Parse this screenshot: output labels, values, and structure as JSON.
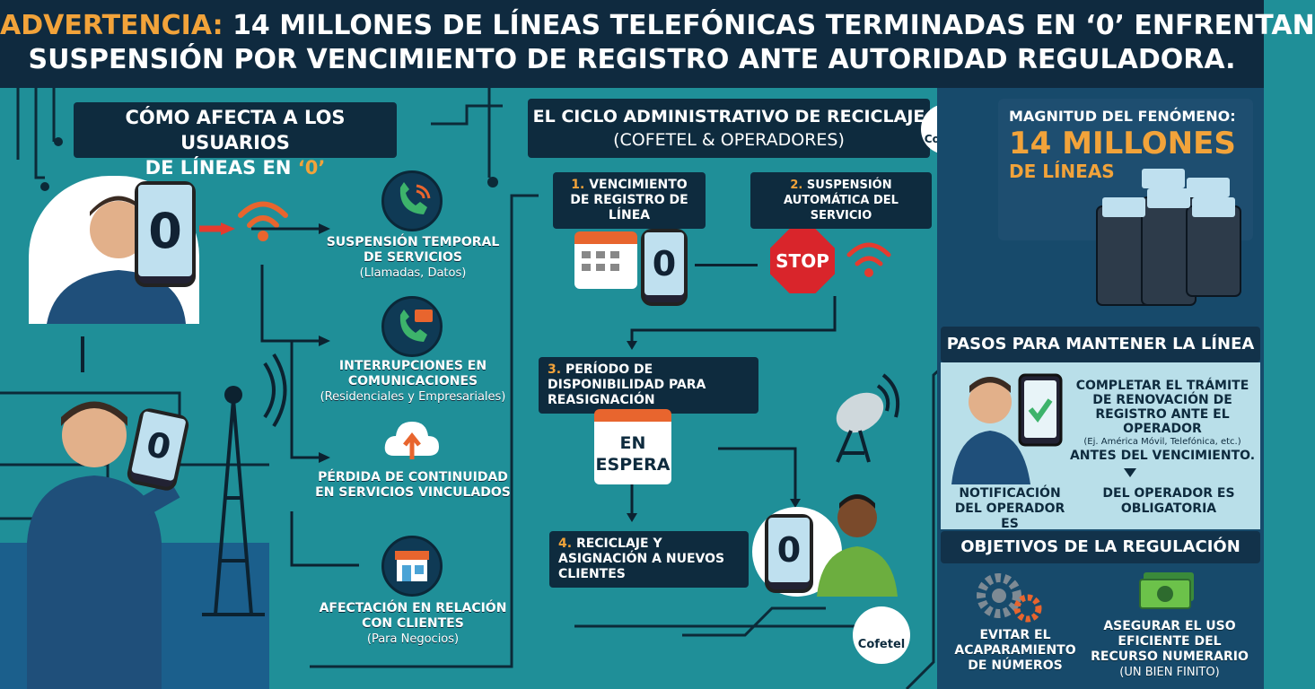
{
  "header": {
    "warn": "ADVERTENCIA:",
    "line1": "14 MILLONES DE LÍNEAS TELEFÓNICAS TERMINADAS EN ‘0’ ENFRENTAN",
    "line2": "SUSPENSIÓN POR VENCIMIENTO DE REGISTRO ANTE AUTORIDAD REGULADORA."
  },
  "left": {
    "title1": "CÓMO AFECTA A LOS USUARIOS",
    "title2": "DE LÍNEAS EN ‘0’",
    "phone_digit": "0",
    "items": [
      {
        "title": "SUSPENSIÓN TEMPORAL DE SERVICIOS",
        "sub": "(Llamadas, Datos)",
        "icon": "phone-wifi-icon"
      },
      {
        "title": "INTERRUPCIONES EN COMUNICACIONES",
        "sub": "(Residenciales y Empresariales)",
        "icon": "phone-message-icon"
      },
      {
        "title": "PÉRDIDA DE CONTINUIDAD EN SERVICIOS VINCULADOS",
        "sub": "",
        "icon": "cloud-upload-icon"
      },
      {
        "title": "AFECTACIÓN EN RELACIÓN CON CLIENTES",
        "sub": "(Para Negocios)",
        "icon": "store-icon"
      }
    ]
  },
  "center": {
    "title1": "EL CICLO ADMINISTRATIVO DE RECICLAJE",
    "title2": "(COFETEL & OPERADORES)",
    "logo": "Cofetel",
    "steps": [
      {
        "num": "1.",
        "text": "VENCIMIENTO DE REGISTRO DE LÍNEA"
      },
      {
        "num": "2.",
        "text": "SUSPENSIÓN AUTOMÁTICA DEL SERVICIO"
      },
      {
        "num": "3.",
        "text": "PERÍODO DE DISPONIBILIDAD PARA REASIGNACIÓN"
      },
      {
        "num": "4.",
        "text": "RECICLAJE Y ASIGNACIÓN A NUEVOS CLIENTES"
      }
    ],
    "stop": "STOP",
    "wait1": "EN",
    "wait2": "ESPERA",
    "digit": "0"
  },
  "right": {
    "mag_title": "MAGNITUD DEL FENÓMENO:",
    "mag_value": "14 MILLONES",
    "mag_unit": "DE LÍNEAS",
    "steps_title": "PASOS PARA MANTENER LA LÍNEA",
    "procedure1": "COMPLETAR EL TRÁMITE DE RENOVACIÓN DE REGISTRO ANTE EL OPERADOR",
    "procedure_note": "(Ej. América Móvil, Telefónica, etc.)",
    "procedure2": "ANTES DEL VENCIMIENTO.",
    "notif_left": "NOTIFICACIÓN DEL OPERADOR ES",
    "notif_right": "DEL OPERADOR ES OBLIGATORIA",
    "obj_title": "OBJETIVOS DE LA REGULACIÓN",
    "obj1": "EVITAR EL ACAPARAMIENTO DE NÚMEROS",
    "obj2": "ASEGURAR EL USO EFICIENTE DEL RECURSO NUMERARIO",
    "obj2_sub": "(UN BIEN FINITO)",
    "logo": "Cofetel"
  }
}
